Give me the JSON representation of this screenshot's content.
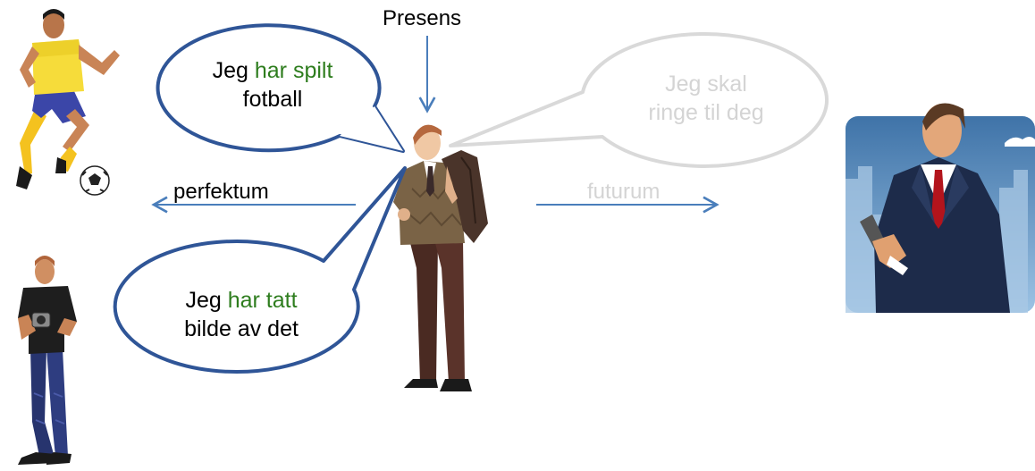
{
  "labels": {
    "presens": "Presens",
    "perfektum": "perfektum",
    "futurum": "futurum"
  },
  "bubbles": {
    "football": {
      "pre": "Jeg ",
      "highlight": "har spilt",
      "post": "fotball"
    },
    "photo": {
      "pre": "Jeg ",
      "highlight": "har tatt",
      "post": "bilde av det"
    },
    "future": {
      "line1": "Jeg skal",
      "line2": "ringe til deg"
    }
  },
  "colors": {
    "arrow": "#4a7ebb",
    "bubble_fill": "#ffffff",
    "bubble_stroke": "#2f5597",
    "future_bubble_stroke": "#d9d9d9",
    "highlight_text": "#2e7d1e",
    "faded_text": "#d4d4d4"
  },
  "icons": {
    "football_player": "football-player-illustration",
    "photographer": "photographer-illustration",
    "man_in_middle": "man-holding-jacket-illustration",
    "businessman": "businessman-phone-illustration",
    "ball": "soccer-ball-icon"
  }
}
